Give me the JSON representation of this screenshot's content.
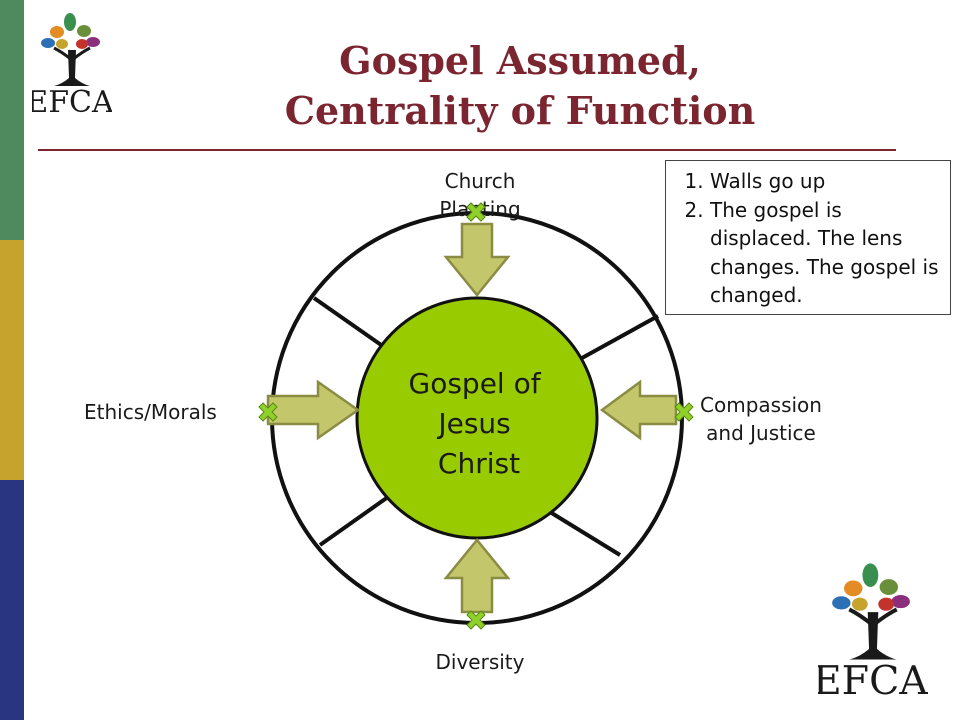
{
  "title": {
    "line1": "Gospel Assumed,",
    "line2": "Centrality of Function"
  },
  "center": {
    "line1": "Gospel of",
    "line2": "Jesus",
    "line3": "Christ"
  },
  "labels": {
    "top_line1": "Church",
    "top_line2": "Planting",
    "left": "Ethics/Morals",
    "right_line1": "Compassion",
    "right_line2": "and Justice",
    "bottom": "Diversity"
  },
  "notes": [
    "Walls go up",
    "The gospel is displaced. The lens changes. The gospel is changed."
  ],
  "logo_text": "EFCA",
  "colors": {
    "title": "#7b2530",
    "center_fill": "#99cc00",
    "arrow_fill": "#c3c66a",
    "arrow_stroke": "#8a8c44",
    "marker": "#8fd12a",
    "stripe_green": "#4e8a5e",
    "stripe_gold": "#c6a32c",
    "stripe_blue": "#293580"
  }
}
